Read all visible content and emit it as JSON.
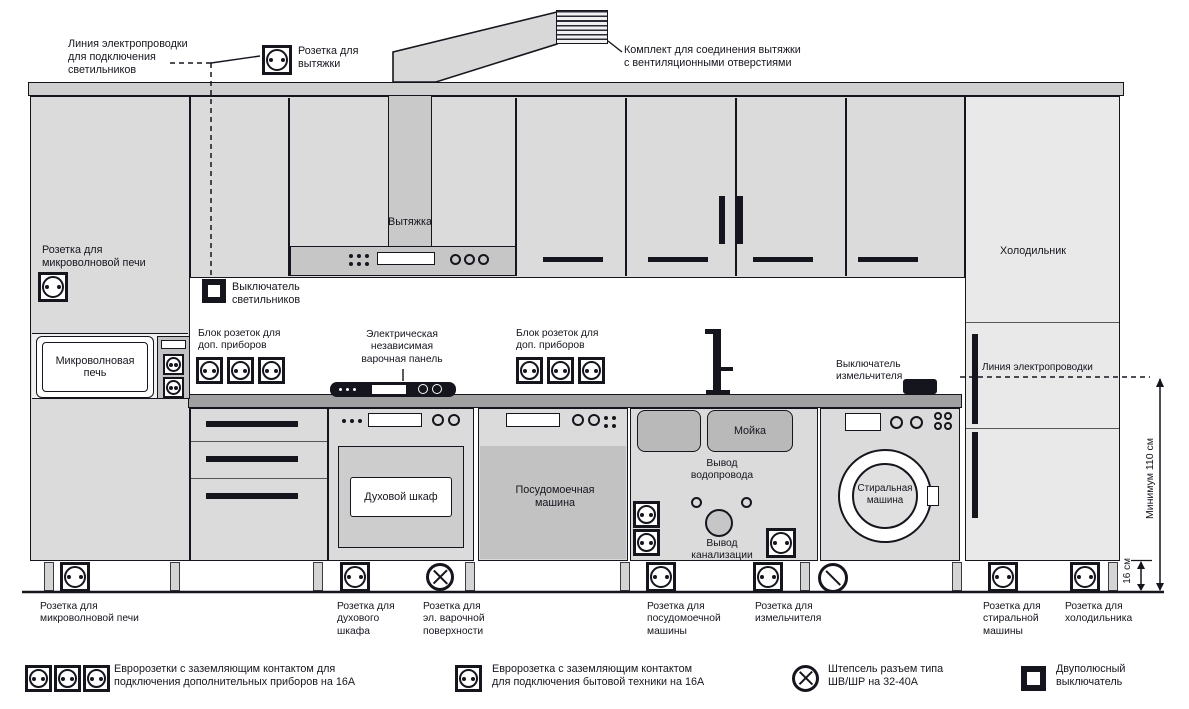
{
  "diagram": {
    "colors": {
      "ink": "#15151e",
      "cabinet_fill": "#dbdbdb",
      "counter_fill": "#a0a0a0"
    },
    "icons": {
      "euro_socket": "square-with-circle-two-pins",
      "plug_32_40": "circle-with-x",
      "two_pole_switch": "thick-black-square-frame"
    },
    "top": {
      "wiring_lights_label": "Линия электропроводки\nдля подключения\nсветильников",
      "hood_socket_label": "Розетка для\nвытяжки",
      "vent_kit_label": "Комплект для соединения вытяжки\nс вентиляционными отверстиями"
    },
    "upper": {
      "hood_label": "Вытяжка",
      "fridge_label": "Холодильник",
      "microwave_socket_label": "Розетка для\nмикроволновой печи",
      "light_switch_label": "Выключатель\nсветильников"
    },
    "mid": {
      "outlet_block_left_label": "Блок розеток для\nдоп. приборов",
      "cooktop_label": "Электрическая\nнезависимая\nварочная панель",
      "outlet_block_right_label": "Блок розеток для\nдоп. приборов",
      "grinder_switch_label": "Выключатель\nизмельчителя",
      "wiring_line_label": "Линия электропроводки"
    },
    "appliances": {
      "microwave_label": "Микроволновая\nпечь",
      "oven_label": "Духовой шкаф",
      "dishwasher_label": "Посудомоечная\nмашина",
      "sink_label": "Мойка",
      "water_supply_label": "Вывод\nводопровода",
      "drain_label": "Вывод\nканализации",
      "washer_label": "Стиральная\nмашина"
    },
    "measurements": {
      "min_height": "Минимум 110 см",
      "plinth_height": "16 см"
    },
    "bottom_labels": [
      "Розетка для\nмикроволновой печи",
      "Розетка для\nдухового\nшкафа",
      "Розетка для\nэл. варочной\nповерхности",
      "Розетка для\nпосудомоечной\nмашины",
      "Розетка для\nизмельчителя",
      "Розетка для\nстиральной\nмашины",
      "Розетка для\nхолодильника"
    ],
    "legend": [
      {
        "icon": "triple-euro-socket",
        "text": "Евророзетки с заземляющим контактом для\nподключения дополнительных приборов на 16А"
      },
      {
        "icon": "euro-socket",
        "text": "Евророзетка с заземляющим контактом\nдля подключения бытовой техники на 16А"
      },
      {
        "icon": "plug-circle-x",
        "text": "Штепсель разъем типа\nШВ/ШР на 32-40А"
      },
      {
        "icon": "two-pole-switch",
        "text": "Двуполюсный\nвыключатель"
      }
    ]
  }
}
